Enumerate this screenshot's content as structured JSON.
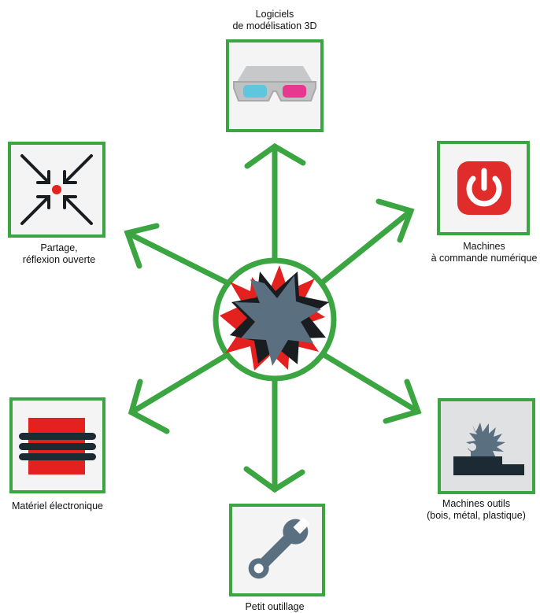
{
  "nodes": {
    "top": {
      "line1": "Logiciels",
      "line2": "de modélisation 3D",
      "icon": "3d-glasses-icon"
    },
    "top_right": {
      "line1": "Machines",
      "line2": "à commande numérique",
      "icon": "power-button-icon"
    },
    "bottom_right": {
      "line1": "Machines outils",
      "line2": "(bois, métal, plastique)",
      "icon": "circular-saw-icon"
    },
    "bottom": {
      "line1": "Petit outillage",
      "icon": "wrench-icon"
    },
    "bottom_left": {
      "line1": "Matériel électronique",
      "icon": "heating-element-icon"
    },
    "top_left": {
      "line1": "Partage,",
      "line2": "réflexion ouverte",
      "icon": "converging-arrows-icon"
    }
  },
  "center": {
    "icon": "starburst-icon"
  },
  "colors": {
    "green": "#3aa541",
    "red": "#e4211f",
    "slate": "#5a7080",
    "dark": "#1c2a33"
  }
}
